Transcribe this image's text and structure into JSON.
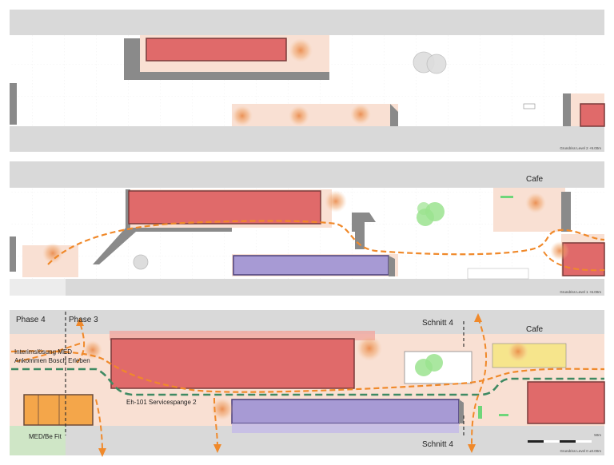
{
  "colors": {
    "background": "#ffffff",
    "street": "#d9d9d9",
    "shadow": "#8a8a8a",
    "public_zone": "#f9e0d3",
    "red_block": "#e06a6a",
    "purple_block": "#a79ad4",
    "yellow_zone": "#f6e58c",
    "orange_zone": "#f4a64a",
    "green_zone": "#9be38f",
    "green_area": "#cfe6c6",
    "path_orange": "#f0892a",
    "path_green": "#3f8a63",
    "hotspot": "#ee9a55"
  },
  "panels": [
    {
      "id": "level2",
      "caption": "Grundriss Level 2   +9.00m"
    },
    {
      "id": "level1",
      "caption": "Grundriss Level 1   +6.00m",
      "labels": {
        "cafe": "Cafe"
      }
    },
    {
      "id": "level0",
      "caption": "Grundriss Level 0   ±0.00m",
      "labels": {
        "phase4": "Phase 4",
        "phase3": "Phase 3",
        "schnitt4_top": "Schnitt 4",
        "schnitt4_bottom": "Schnitt 4",
        "cafe": "Cafe",
        "interim_line1": "Interimslösung MED",
        "interim_line2": "Ankommen Bosch Erleben",
        "servicespange": "Eh-101 Servicespange 2",
        "medbefit": "MED/Be Fit",
        "scale": "50m"
      }
    }
  ],
  "icons": [
    "north-arrow-icon",
    "person-icon",
    "tree-icon"
  ]
}
